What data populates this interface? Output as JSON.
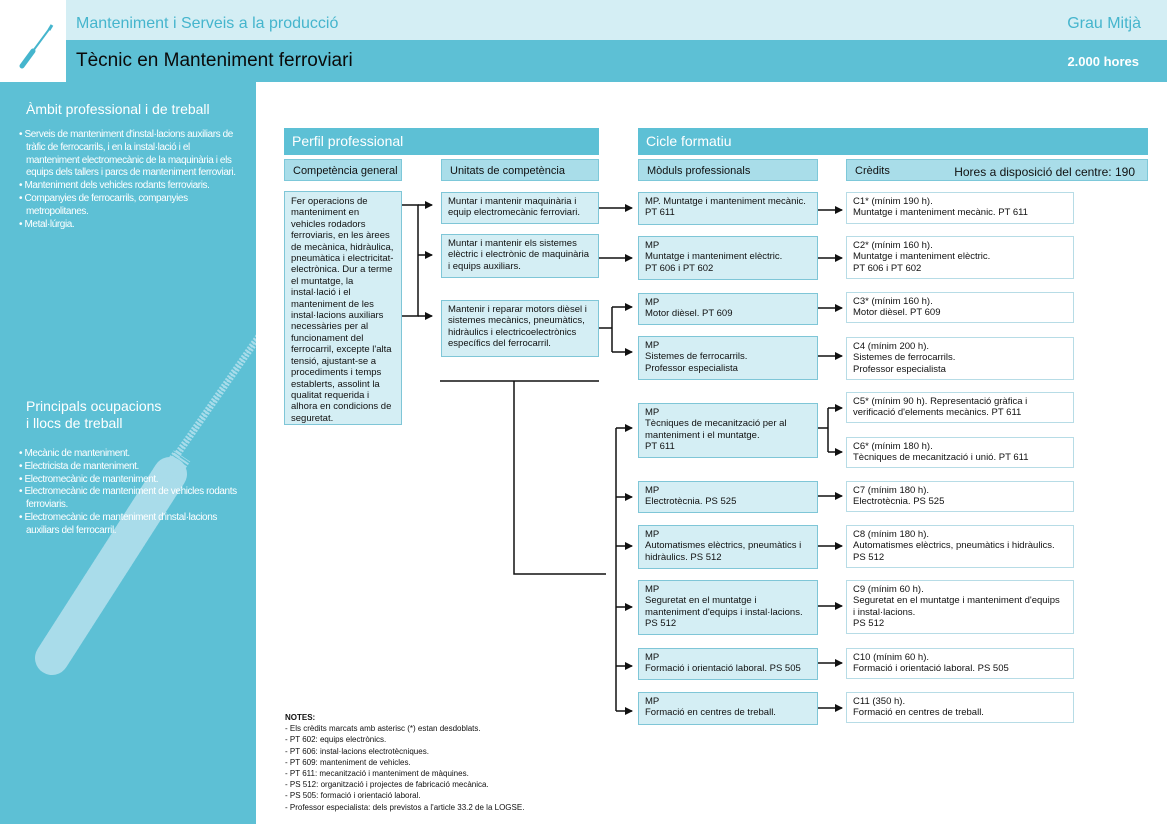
{
  "header": {
    "family": "Manteniment i Serveis a la producció",
    "level": "Grau Mitjà",
    "title": "Tècnic en Manteniment ferroviari",
    "hours": "2.000 hores"
  },
  "sidebar": {
    "ambit_title": "Àmbit professional i de treball",
    "ambit_items": [
      "Serveis de manteniment d'instal·lacions auxiliars de tràfic de ferrocarrils, i en la instal·lació i el manteniment electromecànic de la maquinària i els equips dels tallers i parcs de manteniment ferroviari.",
      "Manteniment dels vehicles rodants ferroviaris.",
      "Companyies de ferrocarrils, companyies metropolitanes.",
      "Metal·lúrgia."
    ],
    "ocup_title_1": "Principals ocupacions",
    "ocup_title_2": "i llocs de treball",
    "ocup_items": [
      "Mecànic de manteniment.",
      "Electricista de manteniment.",
      "Electromecànic de manteniment.",
      "Electromecànic de manteniment de vehicles rodants ferroviaris.",
      "Electromecànic de manteniment d'instal·lacions auxiliars del ferrocarril."
    ]
  },
  "perfil": {
    "title": "Perfil professional",
    "competencia_title": "Competència general",
    "unitats_title": "Unitats de competència",
    "competencia_text": "Fer operacions de manteniment en vehicles rodadors ferroviaris, en les àrees de mecànica, hidràulica, pneumàtica i electricitat-electrònica. Dur a terme el muntatge, la instal·lació i el manteniment de les instal·lacions auxiliars necessàries per al funcionament del ferrocarril, excepte l'alta tensió, ajustant-se a procediments i temps establerts, assolint la qualitat requerida i alhora en condicions de seguretat.",
    "unitats": [
      "Muntar i mantenir maquinària i equip electromecànic ferroviari.",
      "Muntar i mantenir els sistemes elèctric i electrònic de maquinària i equips auxiliars.",
      "Mantenir i reparar motors dièsel i sistemes mecànics, pneumàtics, hidràulics i electricoelectrònics específics del ferrocarril."
    ]
  },
  "cicle": {
    "title": "Cicle formatiu",
    "moduls_title": "Mòduls professionals",
    "credits_title": "Crèdits",
    "hores_centre": "Hores a disposició del centre: 190",
    "moduls": [
      [
        "MP. Muntatge i manteniment mecànic.",
        "PT 611"
      ],
      [
        "MP",
        "Muntatge i manteniment elèctric.",
        "PT 606 i PT 602"
      ],
      [
        "MP",
        "Motor dièsel. PT 609"
      ],
      [
        "MP",
        "Sistemes de ferrocarrils.",
        "Professor especialista"
      ],
      [
        "MP",
        "Tècniques de mecanització per al",
        "manteniment i el muntatge.",
        "PT 611"
      ],
      [
        "MP",
        "Electrotècnia. PS 525"
      ],
      [
        "MP",
        "Automatismes elèctrics, pneumàtics i",
        "hidràulics. PS 512"
      ],
      [
        "MP",
        "Seguretat en el muntatge i",
        "manteniment d'equips i instal·lacions.",
        "PS 512"
      ],
      [
        "MP",
        "Formació i orientació laboral. PS 505"
      ],
      [
        "MP",
        "Formació en centres de treball."
      ]
    ],
    "credits": [
      [
        "C1* (mínim 190 h).",
        "Muntatge i manteniment mecànic. PT 611"
      ],
      [
        "C2* (mínim 160 h).",
        "Muntatge i manteniment elèctric.",
        "PT 606 i PT 602"
      ],
      [
        "C3* (mínim 160 h).",
        "Motor dièsel. PT 609"
      ],
      [
        "C4 (mínim 200 h).",
        "Sistemes de ferrocarrils.",
        "Professor especialista"
      ],
      [
        "C5* (mínim 90 h). Representació gràfica i",
        "verificació d'elements mecànics. PT 611"
      ],
      [
        "C6* (mínim 180 h).",
        "Tècniques de mecanització i unió. PT 611"
      ],
      [
        "C7 (mínim 180 h).",
        "Electrotècnia. PS 525"
      ],
      [
        "C8 (mínim 180 h).",
        "Automatismes elèctrics, pneumàtics i hidràulics.",
        "PS 512"
      ],
      [
        "C9 (mínim 60 h).",
        "Seguretat en el muntatge i manteniment d'equips",
        "i instal·lacions.",
        "PS 512"
      ],
      [
        "C10 (mínim 60 h).",
        "Formació i orientació laboral. PS 505"
      ],
      [
        "C11 (350 h).",
        "Formació en centres de treball."
      ]
    ]
  },
  "notes": {
    "title": "NOTES:",
    "items": [
      "- Els crèdits marcats amb asterisc (*) estan desdoblats.",
      "- PT 602: equips electrònics.",
      "- PT 606: instal·lacions electrotècniques.",
      "- PT 609: manteniment de vehicles.",
      "- PT 611: mecanització i manteniment de màquines.",
      "- PS 512: organització i projectes de fabricació mecànica.",
      "- PS 505: formació i orientació laboral.",
      "- Professor especialista: dels previstos a l'article 33.2 de la LOGSE."
    ]
  },
  "colors": {
    "accent": "#5dc0d5",
    "light": "#d4eef4",
    "mid": "#a9dde9"
  },
  "icons": {
    "logo": "screwdriver-icon",
    "sidebar_decoration": "screwdriver-illustration"
  }
}
